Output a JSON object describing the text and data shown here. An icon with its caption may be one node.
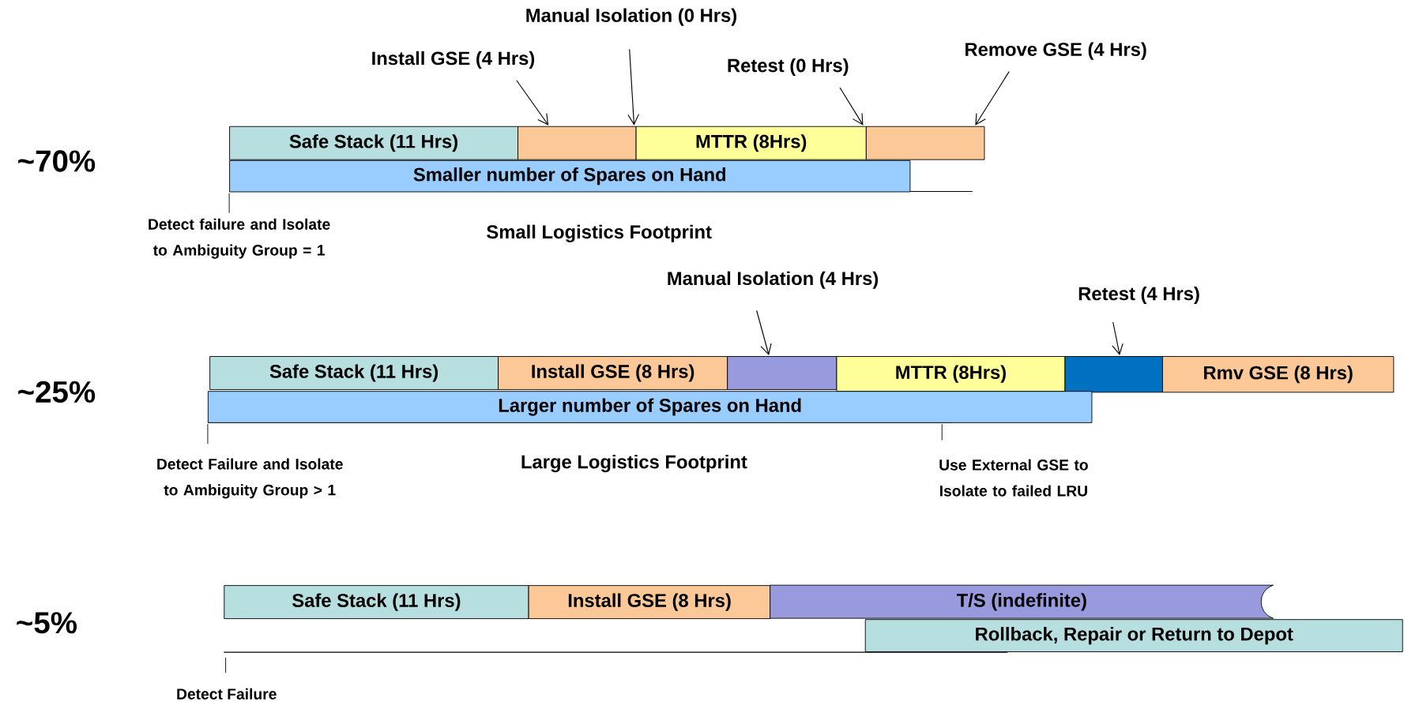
{
  "diagram": {
    "nodes": [
      {
        "text": [
          "Safe Stack (11 Hrs)"
        ]
      },
      {
        "text": [],
        "shape": "box"
      },
      {
        "text": [
          "MTTR (8Hrs)"
        ]
      },
      {
        "text": [],
        "shape": "box"
      },
      {
        "text": [
          "Smaller number of Spares on Hand"
        ]
      },
      {
        "text": [
          "Install GSE (4 Hrs)"
        ]
      },
      {
        "text": [
          "Manual Isolation (0 Hrs)"
        ]
      },
      {
        "text": [
          "Retest (0 Hrs)"
        ]
      },
      {
        "text": [
          "Remove GSE (4 Hrs)"
        ]
      },
      {
        "text": [
          "Safe Stack (11 Hrs)"
        ]
      },
      {
        "text": [
          "Install GSE (8 Hrs)"
        ]
      },
      {
        "text": [],
        "shape": "box"
      },
      {
        "text": [
          "MTTR (8Hrs)"
        ]
      },
      {
        "text": [],
        "shape": "box"
      },
      {
        "text": [
          "Rmv GSE (8 Hrs)"
        ]
      },
      {
        "text": [
          "Larger number of Spares on Hand"
        ]
      },
      {
        "text": [
          "Manual Isolation (4 Hrs)"
        ]
      },
      {
        "text": [
          "Retest (4 Hrs)"
        ]
      },
      {
        "text": [
          "Safe Stack (11 Hrs)"
        ]
      },
      {
        "text": [
          "Install GSE (8 Hrs)"
        ]
      },
      {
        "text": [
          "T/S (indefinite)"
        ]
      },
      {
        "text": [
          "Rollback, Repair or Return to Depot"
        ]
      }
    ],
    "edges": [
      {
        "from": 5,
        "to": 1,
        "arrow": "to"
      },
      {
        "from": 6,
        "to": 1,
        "arrow": "to"
      },
      {
        "from": 7,
        "to": 2,
        "arrow": "to"
      },
      {
        "from": 8,
        "to": 3,
        "arrow": "to"
      },
      {
        "from": 16,
        "to": 11,
        "arrow": "to"
      },
      {
        "from": 17,
        "to": 13,
        "arrow": "to"
      }
    ],
    "labels": [
      "~70%",
      "Detect failure and Isolate to Ambiguity Group = 1",
      "Small Logistics Footprint",
      "~25%",
      "Detect Failure and Isolate to Ambiguity Group > 1",
      "Large Logistics Footprint",
      "Use External GSE to Isolate to failed LRU",
      "~5%",
      "Detect Failure"
    ]
  }
}
